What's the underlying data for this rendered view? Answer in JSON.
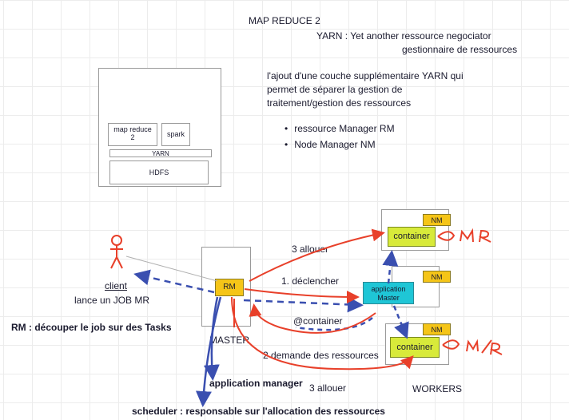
{
  "title": "MAP REDUCE 2",
  "yarn_line": "YARN : Yet another ressource negociator",
  "yarn_line2": "gestionnaire de ressources",
  "para": [
    "l'ajout d'une couche supplémentaire YARN qui",
    "permet de séparer la gestion de",
    "traitement/gestion des ressources"
  ],
  "bullets": [
    "ressource Manager RM",
    "Node Manager NM"
  ],
  "stack": {
    "mapreduce": "map reduce",
    "mapreduce2": "2",
    "spark": "spark",
    "yarn": "YARN",
    "hdfs": "HDFS"
  },
  "client": {
    "label": "client",
    "sub": "lance un JOB MR"
  },
  "rm_note": "RM : découper le job sur des Tasks",
  "master": {
    "rm": "RM",
    "label": "MASTER"
  },
  "app_master": {
    "line1": "application",
    "line2": "Master"
  },
  "nm": "NM",
  "container": "container",
  "workers": "WORKERS",
  "labels": {
    "allouer1": "3 allouer",
    "declencher": "1.  déclencher",
    "at_container": "@container",
    "demande": "2 demande des ressources",
    "allouer2": "3 allouer",
    "app_manager": "application manager",
    "scheduler": "scheduler : responsable sur l'allocation des ressources",
    "mr1": "MR",
    "mr2": "M/R"
  },
  "colors": {
    "red": "#e8402a",
    "blue": "#3a4fb0",
    "yellow": "#f5c518",
    "lime": "#d8ea3a",
    "cyan": "#1fc6d6"
  }
}
